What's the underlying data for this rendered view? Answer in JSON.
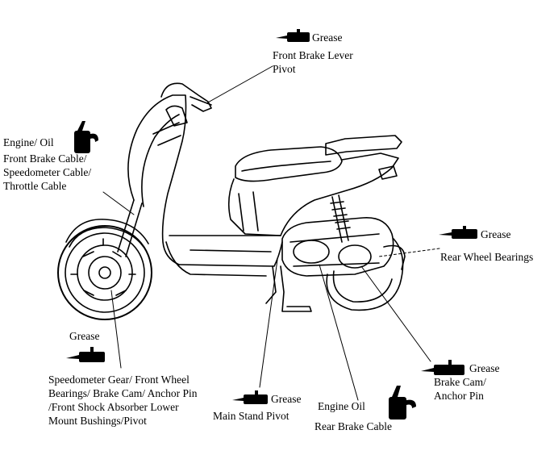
{
  "labels": {
    "front_brake_lever_grease": "Grease",
    "front_brake_lever": "Front Brake Lever\nPivot",
    "engine_oil_top": "Engine/ Oil",
    "cables": "Front Brake Cable/\nSpeedometer Cable/\nThrottle Cable",
    "rear_wheel_grease": "Grease",
    "rear_wheel_bearings": "Rear Wheel Bearings",
    "front_wheel_grease": "Grease",
    "front_wheel": "Speedometer Gear/ Front Wheel\nBearings/ Brake Cam/ Anchor Pin\n/Front Shock Absorber Lower\nMount Bushings/Pivot",
    "main_stand_grease": "Grease",
    "main_stand": "Main Stand Pivot",
    "engine_oil_bottom": "Engine Oil",
    "rear_brake_cable": "Rear Brake Cable",
    "rear_brake_grease": "Grease",
    "rear_brake_cam": "Brake Cam/\nAnchor Pin"
  },
  "icons": {
    "grease_gun": "grease-gun-icon",
    "oil_can": "oil-can-icon"
  }
}
